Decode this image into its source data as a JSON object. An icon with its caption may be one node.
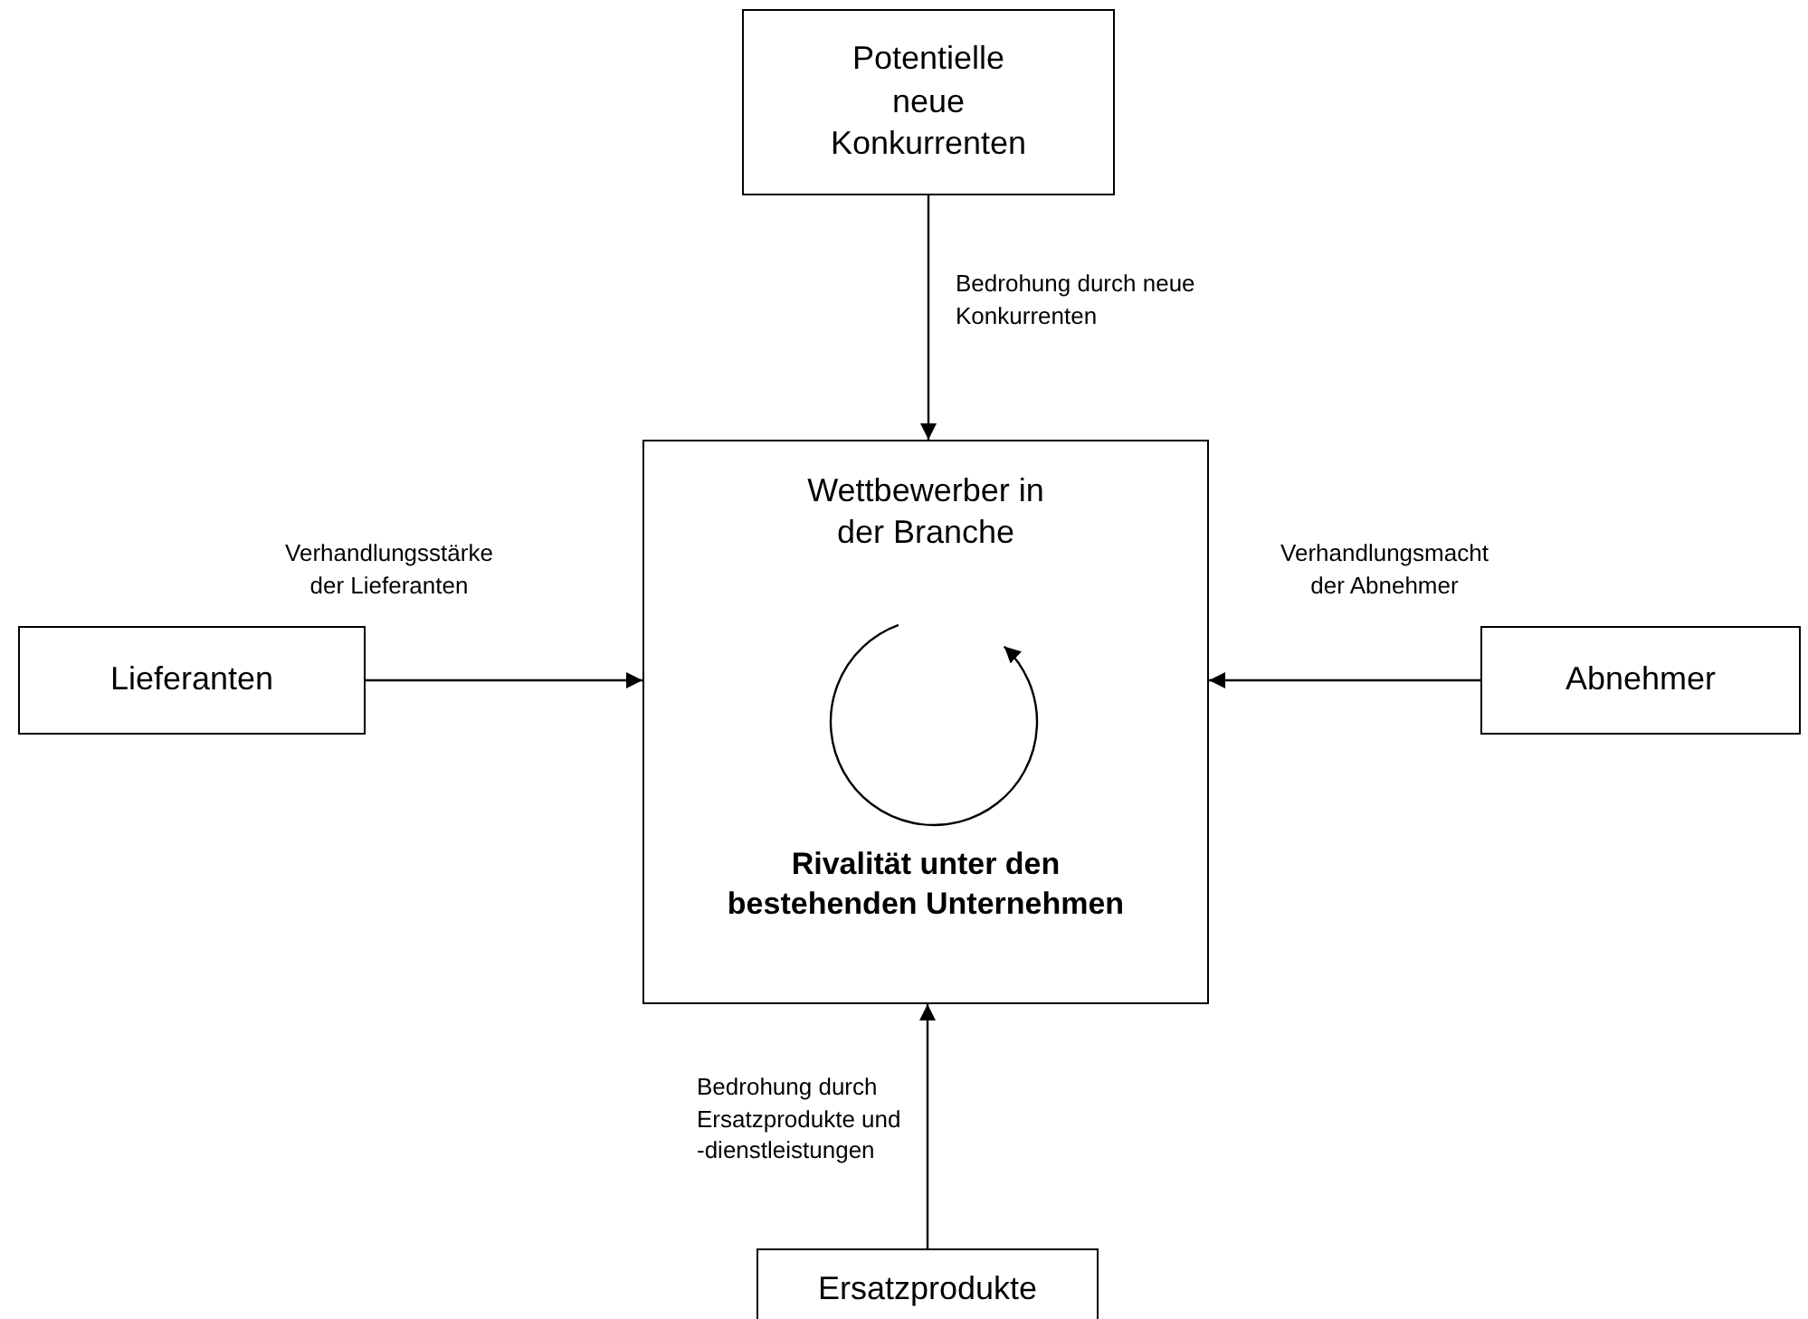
{
  "diagram": {
    "nodes": [
      {
        "text": [
          "Potentielle neue Konkurrenten"
        ]
      },
      {
        "text": [
          "Wettbewerber in der Branche",
          "Rivalität unter den bestehenden Unternehmen"
        ]
      },
      {
        "text": [
          "Lieferanten"
        ]
      },
      {
        "text": [
          "Abnehmer"
        ]
      },
      {
        "text": [
          "Ersatzprodukte"
        ]
      }
    ],
    "edges": [
      {
        "from": 0,
        "to": 1,
        "arrow": "to",
        "label": "Bedrohung durch neue Konkurrenten"
      },
      {
        "from": 2,
        "to": 1,
        "arrow": "to",
        "label": "Verhandlungsstärke der Lieferanten"
      },
      {
        "from": 3,
        "to": 1,
        "arrow": "to",
        "label": "Verhandlungsmacht der Abnehmer"
      },
      {
        "from": 4,
        "to": 1,
        "arrow": "to",
        "label": "Bedrohung durch Ersatzprodukte und -dienstleistungen"
      }
    ]
  }
}
